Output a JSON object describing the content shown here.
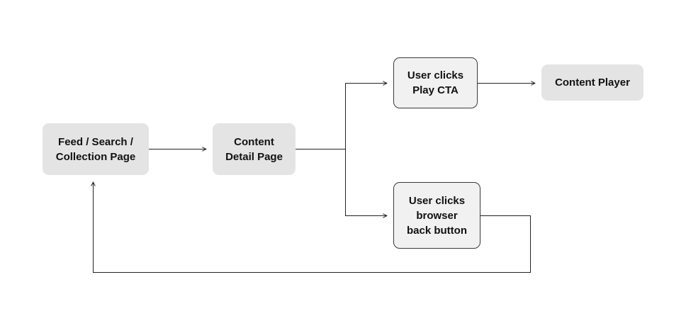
{
  "diagram": {
    "nodes": {
      "feed": "Feed / Search /\nCollection Page",
      "detail": "Content\nDetail Page",
      "play": "User clicks\nPlay CTA",
      "player": "Content Player",
      "back": "User clicks\nbrowser\nback button"
    },
    "edges": [
      {
        "from": "feed",
        "to": "detail"
      },
      {
        "from": "detail",
        "to": "play"
      },
      {
        "from": "detail",
        "to": "back"
      },
      {
        "from": "play",
        "to": "player"
      },
      {
        "from": "back",
        "to": "feed"
      }
    ],
    "colors": {
      "line": "#222222",
      "node_fill": "#e4e4e4",
      "decision_fill": "#f1f1f1",
      "text": "#111111"
    }
  }
}
